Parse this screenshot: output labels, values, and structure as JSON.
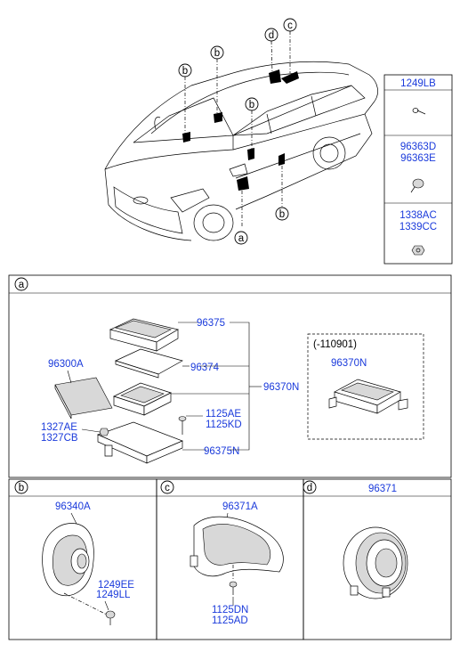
{
  "diagram": {
    "markers": {
      "a": "a",
      "b": "b",
      "c": "c",
      "d": "d"
    },
    "sidebar": {
      "p1": "1249LB",
      "p2a": "96363D",
      "p2b": "96363E",
      "p3a": "1338AC",
      "p3b": "1339CC"
    },
    "section_a": {
      "amp_cover": "96375",
      "amp_board": "96374",
      "amp_chassis": "96300A",
      "amp_assembly": "96370N",
      "screw1": "1125AE",
      "screw2": "1125KD",
      "nut1": "1327AE",
      "nut2": "1327CB",
      "bracket": "96375N",
      "inset_date": "(-110901)",
      "inset_part": "96370N"
    },
    "section_b": {
      "speaker": "96340A",
      "bolt1": "1249EE",
      "bolt2": "1249LL"
    },
    "section_c": {
      "bracket": "96371A",
      "bolt1": "1125DN",
      "bolt2": "1125AD"
    },
    "section_d": {
      "tweeter": "96371"
    }
  }
}
